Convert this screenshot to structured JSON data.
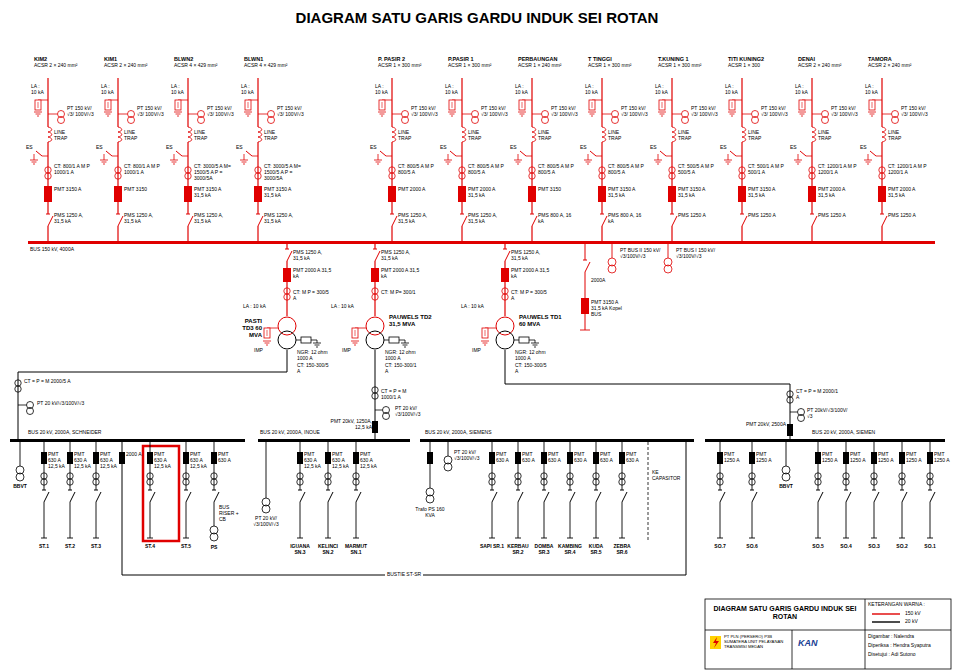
{
  "diagram": {
    "title": "DIAGRAM SATU GARIS GARDU INDUK SEI ROTAN",
    "nodes": [
      {
        "text": [
          "BUS 150 kV, 4000A"
        ]
      },
      {
        "text": [
          "PASTI TD3 60 MVA"
        ]
      },
      {
        "text": [
          "PAUWELS TD2 31,5 MVA"
        ]
      },
      {
        "text": [
          "PAUWELS TD1 60 MVA"
        ]
      },
      {
        "text": [
          "BUS 20 kV, 2000A, SCHNEIDER"
        ]
      },
      {
        "text": [
          "BUS 20 kV, 2000A, INOUE"
        ]
      },
      {
        "text": [
          "BUS 20 kV, 2000A, SIEMENS"
        ]
      },
      {
        "text": [
          "BUS 20 kV, 2000A, SIEMEN"
        ]
      }
    ],
    "edges": [
      {
        "from": 0,
        "to": 1,
        "arrow": "none"
      },
      {
        "from": 0,
        "to": 2,
        "arrow": "none"
      },
      {
        "from": 0,
        "to": 3,
        "arrow": "none"
      },
      {
        "from": 1,
        "to": 4,
        "arrow": "none"
      },
      {
        "from": 2,
        "to": 5,
        "arrow": "none"
      },
      {
        "from": 3,
        "to": 7,
        "arrow": "none"
      },
      {
        "from": 4,
        "to": 6,
        "label": "BUSTIE ST-SR",
        "arrow": "none"
      }
    ],
    "labels": [
      "KIM2",
      "ACSR 2 × 240 mm²",
      "LA : 10 kA",
      "PT 150 kV/√3/ 100V/√3",
      "LINE TRAP",
      "ES",
      "CT: 800/1 A M P 1000/1 A",
      "PMT 3150 A",
      "PMS 1250 A, 31,5 kA",
      "KIM1",
      "ACSR 2 × 240 mm²",
      "LA : 10 kA",
      "PT 150 kV/√3/ 100V/√3",
      "LINE TRAP",
      "ES",
      "CT: 800/1 A M P 1000/1 A",
      "PMT 3150",
      "PMS 1250 A, 31,5 kA",
      "BLWN2",
      "ACSR 4 × 429 mm²",
      "LA : 10 kA",
      "PT 150 kV/√3/ 100V/√3",
      "LINE TRAP",
      "ES",
      "CT: 3000/5 A M= 1500/5 A P = 3000/5A",
      "PMT 3150 A 31,5 kA",
      "PMS 1250 A, 31,5 kA",
      "BLWN1",
      "ACSR 4 × 429 mm²",
      "LA : 10 kA",
      "PT 150 kV/√3/ 100V/√3",
      "LINE TRAP",
      "ES",
      "CT: 3000/5 A M= 1500/5 A P = 3000/5A",
      "PMT 3150 A 31,5 kA",
      "PMS 1250 A, 31,5 kA",
      "P. PASIR 2",
      "ACSR 1 × 300 mm²",
      "LA : 10 kA",
      "PT 150 kV/√3/ 100V/√3",
      "LINE TRAP",
      "ES",
      "CT: 800/5 A M P 800/5 A",
      "PMT 2000 A",
      "PMS 1250 A, 31,5 kA",
      "P.PASIR 1",
      "ACSR 1 × 300 mm²",
      "LA : 10 kA",
      "PT 150 kV/√3/ 100V/√3",
      "LINE TRAP",
      "ES",
      "CT: 800/5 A M P 800/5 A",
      "PMT 2000 A 31,5 kA",
      "PMS 1250 A, 31,5 kA",
      "PERBAUNGAN",
      "ACSR 1 × 240 mm²",
      "LA : 10 kA",
      "PT 150 kV/√3/ 100V/√3",
      "LINE TRAP",
      "ES",
      "CT: 800/5 A M P 800/5 A",
      "PMT 3150",
      "PMS 800 A, 16 kA",
      "T TINGGI",
      "ACSR 1 × 300 mm²",
      "LA : 10 kA",
      "PT 150 kV/√3/ 100V/√3",
      "LINE TRAP",
      "ES",
      "CT: 800/5 A M P 800/5 A",
      "PMT 3150 A 31,5 kA",
      "PMS 800 A, 16 kA",
      "T.KUNING 1",
      "ACSR 1 × 300 mm²",
      "LA : 10 kA",
      "PT 150 kV/√3/ 100V/√3",
      "LINE TRAP",
      "ES",
      "CT: 500/5 A M P 500/5 A",
      "PMT 3150 A 31,5 kA",
      "PMS 1250 A",
      "TITI KUNING2",
      "ACSR 1 × 300",
      "LA : 10 kA",
      "PT 150 kV/√3/ 100V/√3",
      "LINE TRAP",
      "ES",
      "CT: 500/1 A M P 500/1 A",
      "PMT 3150 A 31,5 kA",
      "PMS 1250 A",
      "DENAI",
      "ACSR 2 × 240 mm²",
      "LA : 10 kA",
      "PT 150 kV/√3/ 100V/√3",
      "LINE TRAP",
      "ES",
      "CT: 1200/1 A M P 1200/1 A",
      "PMT 2000 A 31,5 kA",
      "PMS 1250 A",
      "TAMORA",
      "ACSR 2 × 240 mm²",
      "LA : 10 kA",
      "PT 150 kV/√3/ 100V/√3",
      "LINE TRAP",
      "ES",
      "CT: 1200/1 A M P 1200/1 A",
      "PMT 2000 A 31,5 kA",
      "PMS 1250 A",
      "PMS 1250 A, 31,5 kA",
      "PMT 2000 A 31,5 kA",
      "CT: M P = 300/5 A",
      "LA : 10 kA",
      "IMP",
      "NGR: 12 ohm 1000 A",
      "CT: 150-300/5 A",
      "PMS 1250 A, 31,5 kA",
      "PMT 2000 A 31,5 kA",
      "CT: M P= 300/1",
      "LA : 10 kA",
      "IMP",
      "NGR: 12 ohm 1000 A",
      "CT: 150-300/1 A",
      "PMS 1250 A, 31,5 kA",
      "PMT 2000 A 31,5 kA",
      "CT: M P = 300/5 A",
      "LA : 10 kA",
      "IMP",
      "NGR: 12 ohm 1000 A",
      "CT: 150-300/5 A",
      "PT BUS II 150 kV/√3/100V/√3",
      "PT BUS I 150 kV/√3/100V/√3",
      "2000A",
      "PMT 3150 A 31,5 kA Kopel BUS",
      "CT = P = M 2000/5 A",
      "PT 20 kV/√3/100V/√3",
      "CT = P = M 1000/1 A",
      "PT 20 kV/√3/100V/√3",
      "PMT 20kV, 1250A, 12,5 kA",
      "CT = P = M 2000/1 A",
      "PT 20kV/√3/100V/√3",
      "PMT 20kV, 2500A",
      "BBVT",
      "PMT 630 A 12,5 kA",
      "ST.1",
      "PMT 630 A 12,5 kA",
      "ST.2",
      "PMT 630 A 12,5 kA",
      "ST.3",
      "2000 A",
      "PMT 630 A 12,5 kA",
      "ST.4",
      "PMT 630 A 12,5 kA",
      "ST.5",
      "PMT 630 A",
      "PS",
      "BUS RISER + CB",
      "PT 20 kV/√3/100V/√3",
      "PMT 630 A 12,5 kA",
      "IGUANA SN.3",
      "PMT 630 A 12,5 kA",
      "KELINCI SN.2",
      "PMT 630 A 12,5 kA",
      "MARMUT SN.1",
      "PT 20 kV/√3/100V/√3",
      "Trafo PS 160 KVA",
      "PMT 630 A",
      "SAPI SR.1",
      "PMT 630 A",
      "KERBAU SR.2",
      "PMT 630 A",
      "DOMBA SR.3",
      "PMT 630 A",
      "KAMBING SR.4",
      "PMT 630 A",
      "KUDA SR.5",
      "PMT 630 A",
      "ZEBRA SR.6",
      "KE CAPASITOR",
      "PMT 1250 A",
      "SO.7",
      "PMT 1250 A",
      "SO.6",
      "BBVT",
      "PMT 1250 A",
      "SO.5",
      "PMT 1250 A",
      "SO.4",
      "PMT 1250 A",
      "SO.3",
      "PMT 1250 A",
      "SO.2",
      "PMT 1250 A",
      "SO.1",
      "DIAGRAM SATU GARIS GARDU INDUK SEI ROTAN",
      "KETERANGAN WARNA :",
      "PT PLN (PERSERO) P3B SUMATERA UNIT PELAYANAN TRANSMISI MEDAN",
      "KAN",
      "Digambar : Nalendra",
      "Diperiksa : Hendra Syaputra",
      "Disetujui : Adi Sutono"
    ],
    "legend": [
      {
        "text": "150 kV"
      },
      {
        "text": "20 kV"
      }
    ]
  }
}
